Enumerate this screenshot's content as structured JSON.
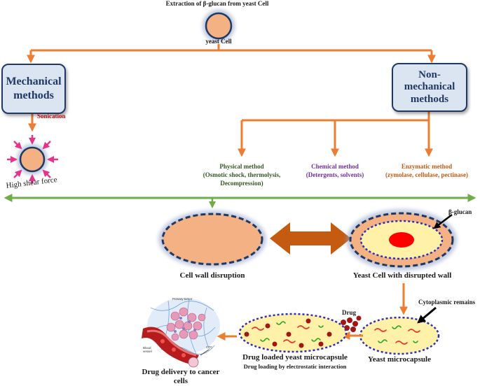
{
  "title": "Extraction of β-glucan from yeast Cell",
  "yeast_cell_label": "yeast Cell",
  "mechanical": {
    "label": "Mechanical methods",
    "line1": "Mechanical",
    "line2": "methods",
    "sonication": "Sonication",
    "high_shear": "High shear force"
  },
  "non_mechanical": {
    "label": "Non-mechanical methods",
    "line1": "Non-",
    "line2": "mechanical",
    "line3": "methods"
  },
  "methods": {
    "physical": {
      "title": "Physical method",
      "detail1": "(Osmotic shock, thermolysis,",
      "detail2": "Decompression)",
      "color": "#375623"
    },
    "chemical": {
      "title": "Chemical method",
      "detail1": "(Detergents, solvents)",
      "color": "#7030a0"
    },
    "enzymatic": {
      "title": "Enzymatic method",
      "detail1": "(zymolase, cellulase, pectinase)",
      "color": "#c55a11"
    }
  },
  "stages": {
    "cell_wall_disruption": "Cell wall disruption",
    "disrupted_wall": "Yeast Cell with disrupted wall",
    "beta_glucan": "β-glucan",
    "cytoplasmic_remains": "Cytoplasmic remains",
    "yeast_microcapsule": "Yeast microcapsule",
    "drug": "Drug",
    "drug_loaded": "Drug loaded yeast microcapsule",
    "drug_loading_note": "Drug loading by electrostatic interaction",
    "drug_delivery_line1": "Drug delivery to cancer",
    "drug_delivery_line2": "cells"
  },
  "tumor_illustration": {
    "primary_tumor": "Primary tumor",
    "blood_vessel_line1": "Blood",
    "blood_vessel_line2": "vessel",
    "ctc": "CTC"
  },
  "colors": {
    "arrow_orange": "#ed7d31",
    "arrow_green": "#70ad47",
    "cell_fill": "#f4b183",
    "cell_outline": "#1f3864",
    "box_fill": "#dbe5f1",
    "sonication_red": "#c00000",
    "pink_arrow": "#e8338b",
    "capsule_fill": "#fff2a8",
    "nucleus_red": "#ff0000",
    "double_arrow": "#c55a11"
  },
  "icons": [
    "sonication-arrows-icon",
    "double-headed-arrow-icon",
    "drug-particles-icon",
    "cancer-cells-illustration"
  ]
}
